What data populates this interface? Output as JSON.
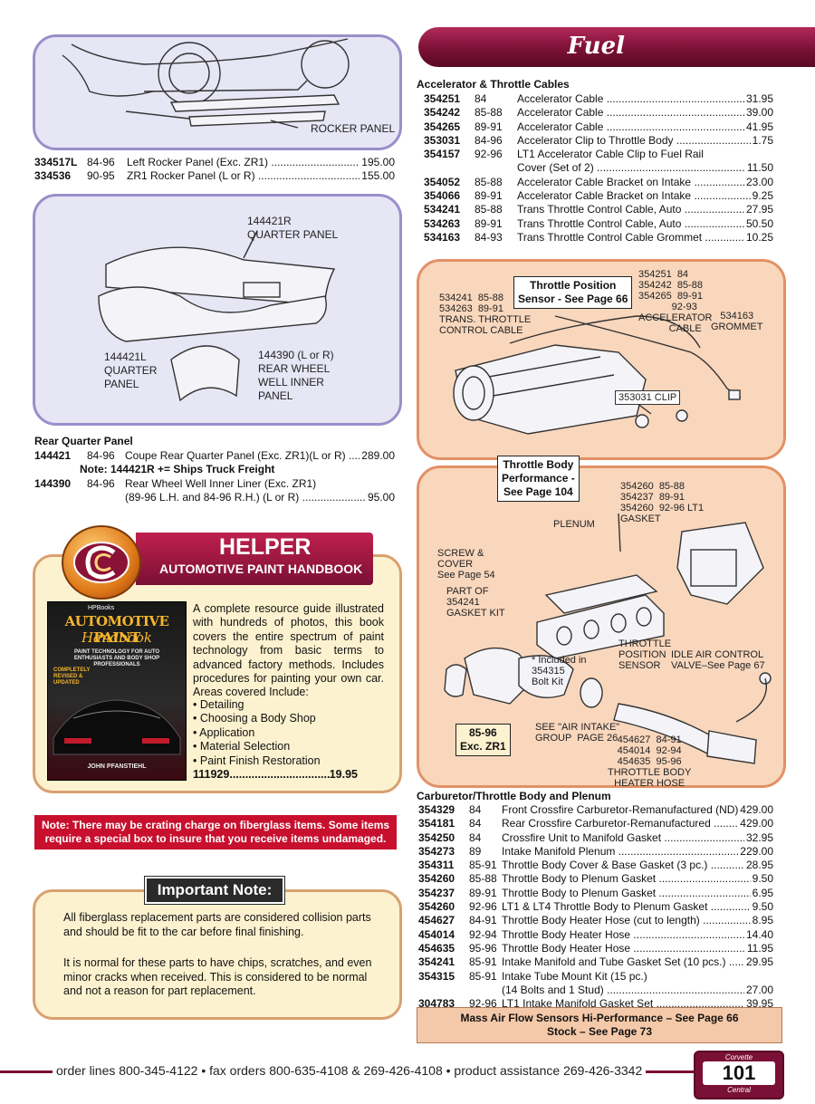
{
  "header": {
    "section_title": "Fuel"
  },
  "rocker": {
    "label": "ROCKER PANEL",
    "parts": [
      {
        "pn": "334517L",
        "yr": "84-96",
        "desc": "Left Rocker Panel (Exc. ZR1)",
        "price": "195.00"
      },
      {
        "pn": "334536",
        "yr": "90-95",
        "desc": "ZR1 Rocker Panel (L or R)",
        "price": "155.00"
      }
    ]
  },
  "quarter": {
    "labels": {
      "quarter_r": "144421R\nQUARTER PANEL",
      "quarter_l": "144421L\nQUARTER\nPANEL",
      "liner": "144390 (L or R)\nREAR WHEEL\nWELL INNER\nPANEL"
    },
    "title": "Rear Quarter Panel",
    "parts": [
      {
        "pn": "144421",
        "yr": "84-96",
        "desc": "Coupe Rear Quarter Panel (Exc. ZR1)(L or R)",
        "price": "289.00"
      },
      {
        "note": "Note:  144421R  += Ships Truck Freight"
      },
      {
        "pn": "144390",
        "yr": "84-96",
        "desc": "Rear Wheel Well Inner Liner (Exc. ZR1)",
        "price": ""
      },
      {
        "desc": "(89-96 L.H. and 84-96 R.H.) (L or R)",
        "price": "95.00"
      }
    ]
  },
  "helper": {
    "title": "HELPER",
    "subtitle": "AUTOMOTIVE PAINT HANDBOOK",
    "book": {
      "publisher": "HPBooks",
      "title_line1": "AUTOMOTIVE PAINT",
      "title_line2": "Handbook",
      "tagline": "PAINT TECHNOLOGY FOR AUTO ENTHUSIASTS AND BODY SHOP PROFESSIONALS",
      "badge": "COMPLETELY REVISED & UPDATED",
      "author": "JOHN PFANSTIEHL"
    },
    "description": "A complete resource guide illustrated with hundreds of photos, this book covers the entire spectrum of paint technology from basic terms to advanced factory methods. Includes procedures for painting your own car. Areas covered Include:",
    "bullets": [
      "Detailing",
      "Choosing a Body Shop",
      "Application",
      "Material Selection",
      "Paint Finish Restoration"
    ],
    "part_number": "111929",
    "price": "19.95"
  },
  "crating_note": "Note: There may be crating charge on fiberglass items. Some items require a special box to insure that you receive items undamaged.",
  "important": {
    "title": "Important Note:",
    "p1": "All fiberglass replacement parts are considered collision parts and should be fit to the car before final finishing.",
    "p2": "It is normal for these parts to have chips, scratches, and even minor cracks when received.  This is considered to be normal and not a reason for part replacement."
  },
  "accel": {
    "title": "Accelerator & Throttle Cables",
    "parts": [
      {
        "pn": "354251",
        "yr": "84",
        "desc": "Accelerator Cable",
        "price": "31.95"
      },
      {
        "pn": "354242",
        "yr": "85-88",
        "desc": "Accelerator Cable",
        "price": "39.00"
      },
      {
        "pn": "354265",
        "yr": "89-91",
        "desc": "Accelerator Cable",
        "price": "41.95"
      },
      {
        "pn": "353031",
        "yr": "84-96",
        "desc": "Accelerator Clip to Throttle Body",
        "price": "1.75"
      },
      {
        "pn": "354157",
        "yr": "92-96",
        "desc": "LT1 Accelerator Cable Clip to Fuel Rail",
        "price": ""
      },
      {
        "desc": "Cover (Set of 2)",
        "price": "11.50"
      },
      {
        "pn": "354052",
        "yr": "85-88",
        "desc": "Accelerator Cable Bracket on Intake",
        "price": "23.00"
      },
      {
        "pn": "354066",
        "yr": "89-91",
        "desc": "Accelerator Cable Bracket on Intake",
        "price": "9.25"
      },
      {
        "pn": "534241",
        "yr": "85-88",
        "desc": "Trans Throttle Control Cable, Auto",
        "price": "27.95"
      },
      {
        "pn": "534263",
        "yr": "89-91",
        "desc": "Trans Throttle Control Cable, Auto",
        "price": "50.50"
      },
      {
        "pn": "534163",
        "yr": "84-93",
        "desc": "Trans Throttle Control Cable Grommet",
        "price": "10.25"
      }
    ]
  },
  "cable_diagram": {
    "tps_box": "Throttle Position\nSensor - See Page 66",
    "trans_label": "534241  85-88\n534263  89-91\nTRANS. THROTTLE\nCONTROL CABLE",
    "accel_label": "354251  84\n354242  85-88\n354265  89-91\n            92-93\nACCELERATOR\n           CABLE",
    "grommet_label": "534163\nGROMMET",
    "clip_label": "353031 CLIP"
  },
  "throttle_diagram": {
    "tb_box": "Throttle Body\nPerformance -\nSee Page 104",
    "gasket_label": "354260  85-88\n354237  89-91\n354260  92-96 LT1\nGASKET",
    "plenum_label": "PLENUM",
    "screw_label": "SCREW &\nCOVER\nSee Page 54",
    "part_label": "PART OF\n354241\nGASKET KIT",
    "included_label": "* Included in\n354315\nBolt Kit",
    "tps_label": "THROTTLE\nPOSITION\nSENSOR",
    "iac_label": "IDLE AIR CONTROL\nVALVE–See Page 67",
    "air_label": "SEE \"AIR INTAKE\"\nGROUP  PAGE 26",
    "hose_label": "454627  84-91\n454014  92-94\n454635  95-96\nTHROTTLE BODY\nHEATER HOSE",
    "zr1_box": "85-96\nExc. ZR1"
  },
  "carb": {
    "title": "Carburetor/Throttle Body and Plenum",
    "parts": [
      {
        "pn": "354329",
        "yr": "84",
        "desc": "Front Crossfire Carburetor-Remanufactured (ND)",
        "price": "429.00"
      },
      {
        "pn": "354181",
        "yr": "84",
        "desc": "Rear Crossfire Carburetor-Remanufactured",
        "price": "429.00"
      },
      {
        "pn": "354250",
        "yr": "84",
        "desc": "Crossfire Unit to Manifold Gasket",
        "price": "32.95"
      },
      {
        "pn": "354273",
        "yr": "89",
        "desc": "Intake Manifold Plenum",
        "price": "229.00"
      },
      {
        "pn": "354311",
        "yr": "85-91",
        "desc": "Throttle Body Cover & Base Gasket (3 pc.)",
        "price": "28.95"
      },
      {
        "pn": "354260",
        "yr": "85-88",
        "desc": "Throttle Body to Plenum Gasket",
        "price": "9.50"
      },
      {
        "pn": "354237",
        "yr": "89-91",
        "desc": "Throttle Body to Plenum Gasket",
        "price": "6.95"
      },
      {
        "pn": "354260",
        "yr": "92-96",
        "desc": "LT1 & LT4 Throttle Body to Plenum Gasket",
        "price": "9.50"
      },
      {
        "pn": "454627",
        "yr": "84-91",
        "desc": "Throttle Body Heater Hose (cut to length)",
        "price": "8.95"
      },
      {
        "pn": "454014",
        "yr": "92-94",
        "desc": "Throttle Body Heater Hose",
        "price": "14.40"
      },
      {
        "pn": "454635",
        "yr": "95-96",
        "desc": "Throttle Body Heater Hose",
        "price": "11.95"
      },
      {
        "pn": "354241",
        "yr": "85-91",
        "desc": "Intake Manifold and Tube Gasket Set (10 pcs.)",
        "price": "29.95"
      },
      {
        "pn": "354315",
        "yr": "85-91",
        "desc": "Intake Tube Mount Kit (15 pc.)",
        "price": ""
      },
      {
        "desc": "(14 Bolts and 1 Stud)",
        "price": "27.00"
      },
      {
        "pn": "304783",
        "yr": "92-96",
        "desc": "LT1 Intake Manifold Gasket Set",
        "price": "39.95"
      }
    ]
  },
  "maf_note": "Mass Air Flow Sensors Hi-Performance – See Page 66\nStock – See Page 73",
  "footer": {
    "contact": "order lines 800-345-4122 • fax orders 800-635-4108 & 269-426-4108 • product assistance 269-426-3342",
    "badge_top": "Corvette",
    "page_number": "101",
    "badge_bottom": "Central"
  },
  "colors": {
    "maroon": "#7a1035",
    "lavender": "#e6e6f5",
    "peach": "#f9d7bd",
    "red_note": "#c8102e"
  }
}
